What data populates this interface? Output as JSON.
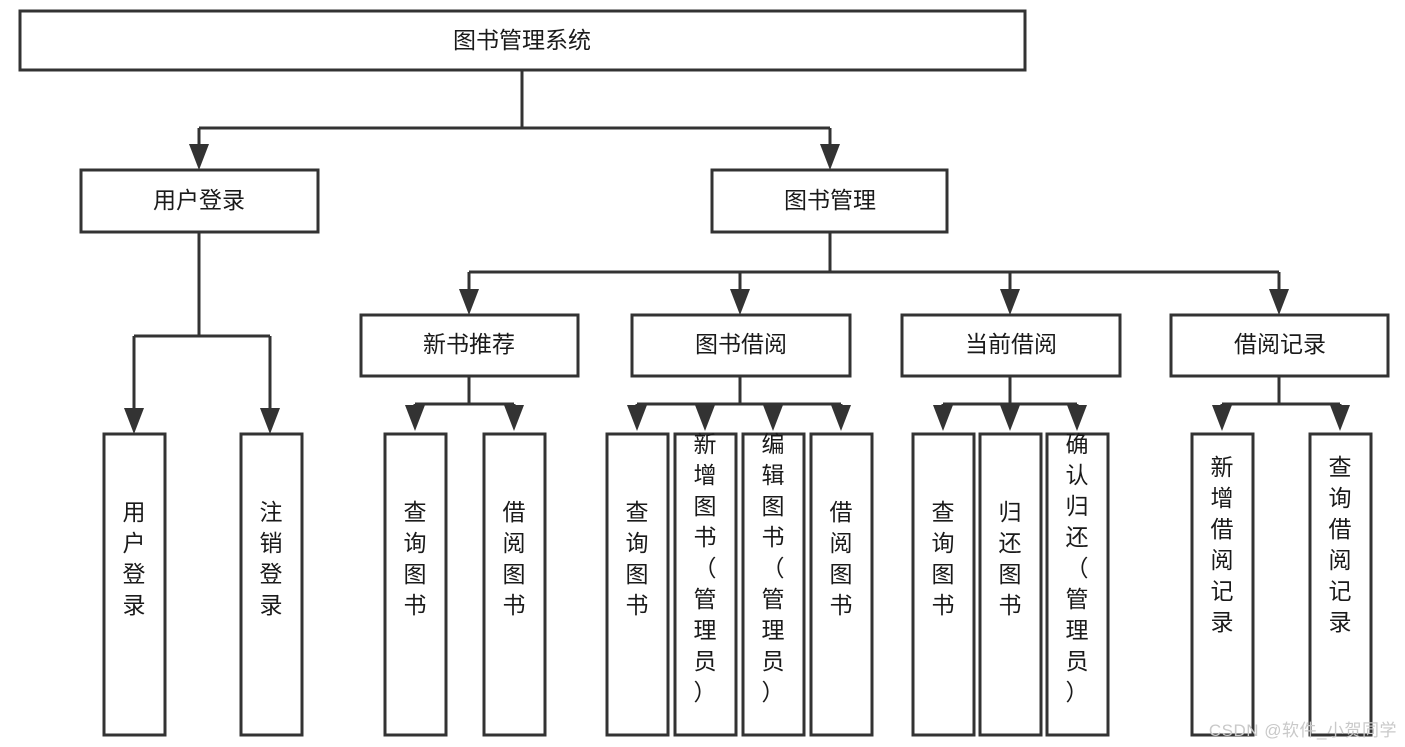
{
  "diagram": {
    "type": "tree-hierarchy-chart",
    "title": "图书管理系统",
    "watermark": "CSDN @软件_小贺同学",
    "colors": {
      "box_fill": "#ffffff",
      "box_stroke": "#333333",
      "text": "#1a1a1a",
      "watermark": "#c9c9c9",
      "background": "#ffffff"
    },
    "levels": [
      {
        "level": 1,
        "nodes": [
          {
            "id": "root",
            "label": "图书管理系统",
            "orientation": "horizontal"
          }
        ]
      },
      {
        "level": 2,
        "nodes": [
          {
            "id": "login",
            "label": "用户登录",
            "orientation": "horizontal",
            "parent": "root"
          },
          {
            "id": "bookmgmt",
            "label": "图书管理",
            "orientation": "horizontal",
            "parent": "root"
          }
        ]
      },
      {
        "level": 3,
        "nodes": [
          {
            "id": "newbook",
            "label": "新书推荐",
            "orientation": "horizontal",
            "parent": "bookmgmt"
          },
          {
            "id": "borrow",
            "label": "图书借阅",
            "orientation": "horizontal",
            "parent": "bookmgmt"
          },
          {
            "id": "current",
            "label": "当前借阅",
            "orientation": "horizontal",
            "parent": "bookmgmt"
          },
          {
            "id": "records",
            "label": "借阅记录",
            "orientation": "horizontal",
            "parent": "bookmgmt"
          }
        ]
      },
      {
        "level": 4,
        "nodes": [
          {
            "id": "leaf-user-login",
            "label": "用户登录",
            "orientation": "vertical",
            "parent": "login"
          },
          {
            "id": "leaf-user-logout",
            "label": "注销登录",
            "orientation": "vertical",
            "parent": "login"
          },
          {
            "id": "leaf-query-book-1",
            "label": "查询图书",
            "orientation": "vertical",
            "parent": "newbook"
          },
          {
            "id": "leaf-borrow-book-1",
            "label": "借阅图书",
            "orientation": "vertical",
            "parent": "newbook"
          },
          {
            "id": "leaf-query-book-2",
            "label": "查询图书",
            "orientation": "vertical",
            "parent": "borrow"
          },
          {
            "id": "leaf-add-book",
            "label": "新增图书（管理员）",
            "orientation": "vertical",
            "parent": "borrow"
          },
          {
            "id": "leaf-edit-book",
            "label": "编辑图书（管理员）",
            "orientation": "vertical",
            "parent": "borrow"
          },
          {
            "id": "leaf-borrow-book-2",
            "label": "借阅图书",
            "orientation": "vertical",
            "parent": "borrow"
          },
          {
            "id": "leaf-query-book-3",
            "label": "查询图书",
            "orientation": "vertical",
            "parent": "current"
          },
          {
            "id": "leaf-return-book",
            "label": "归还图书",
            "orientation": "vertical",
            "parent": "current"
          },
          {
            "id": "leaf-confirm-return",
            "label": "确认归还（管理员）",
            "orientation": "vertical",
            "parent": "current"
          },
          {
            "id": "leaf-add-record",
            "label": "新增借阅记录",
            "orientation": "vertical",
            "parent": "records"
          },
          {
            "id": "leaf-query-record",
            "label": "查询借阅记录",
            "orientation": "vertical",
            "parent": "records"
          }
        ]
      }
    ]
  }
}
